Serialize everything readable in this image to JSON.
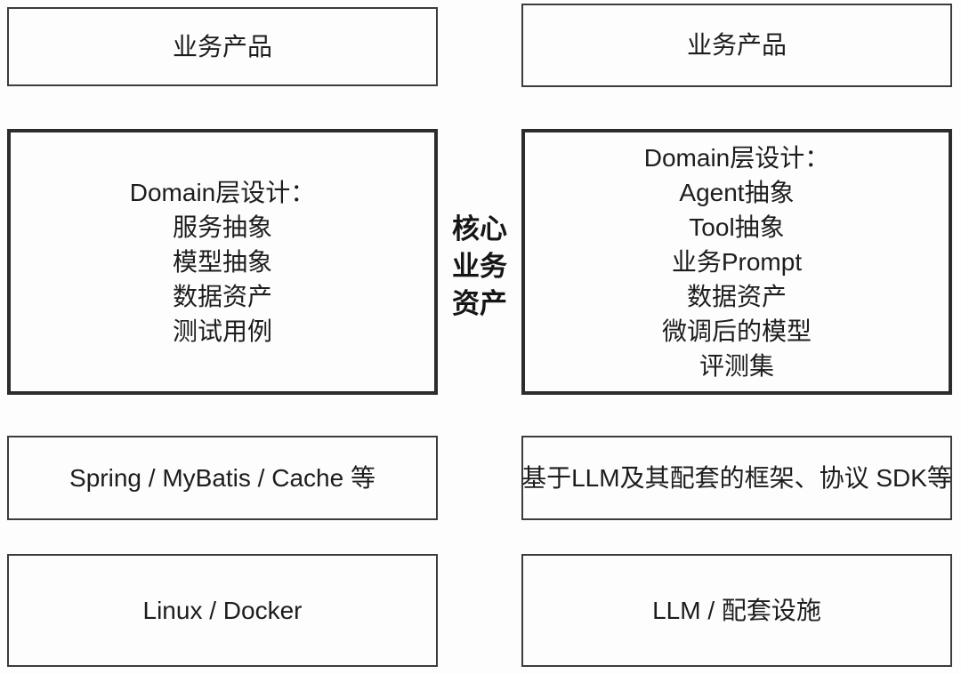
{
  "theme": {
    "background": "#fdfdfd",
    "border_thin": "#3c3c3c",
    "border_thick": "#2c2c2c",
    "text": "#1d1d1f"
  },
  "left_column": {
    "top_box": {
      "label": "业务产品"
    },
    "domain_box": {
      "title": "Domain层设计：",
      "items": [
        "服务抽象",
        "模型抽象",
        "数据资产",
        "测试用例"
      ]
    },
    "framework_box": {
      "label": "Spring / MyBatis / Cache 等"
    },
    "infra_box": {
      "label": "Linux / Docker"
    }
  },
  "right_column": {
    "top_box": {
      "label": "业务产品"
    },
    "domain_box": {
      "title": "Domain层设计：",
      "items": [
        "Agent抽象",
        "Tool抽象",
        "业务Prompt",
        "数据资产",
        "微调后的模型",
        "评测集"
      ]
    },
    "framework_box": {
      "label": "基于LLM及其配套的框架、协议 SDK等"
    },
    "infra_box": {
      "label": "LLM / 配套设施"
    }
  },
  "center_label": {
    "lines": [
      "核心",
      "业务",
      "资产"
    ]
  }
}
